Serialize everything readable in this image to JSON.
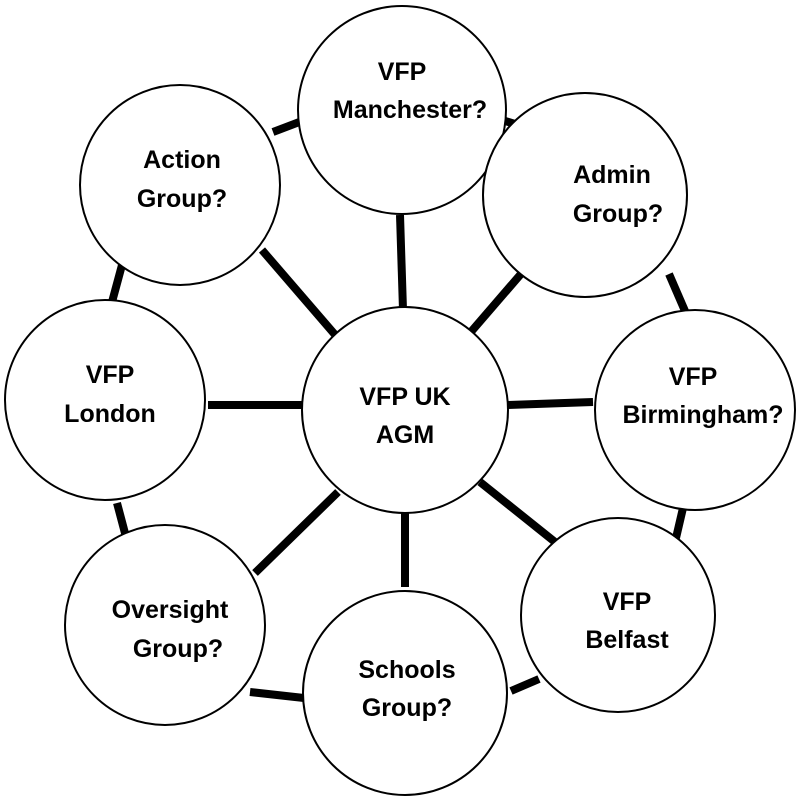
{
  "center": {
    "line1": "VFP UK",
    "line2": "AGM"
  },
  "nodes": [
    {
      "id": "manchester",
      "line1": "VFP",
      "line2": "Manchester?"
    },
    {
      "id": "admin",
      "line1": "Admin",
      "line2": "Group?"
    },
    {
      "id": "birmingham",
      "line1": "VFP",
      "line2": "Birmingham?"
    },
    {
      "id": "belfast",
      "line1": "VFP",
      "line2": "Belfast"
    },
    {
      "id": "schools",
      "line1": "Schools",
      "line2": "Group?"
    },
    {
      "id": "oversight",
      "line1": "Oversight",
      "line2": "Group?"
    },
    {
      "id": "london",
      "line1": "VFP",
      "line2": "London"
    },
    {
      "id": "action",
      "line1": "Action",
      "line2": "Group?"
    }
  ]
}
